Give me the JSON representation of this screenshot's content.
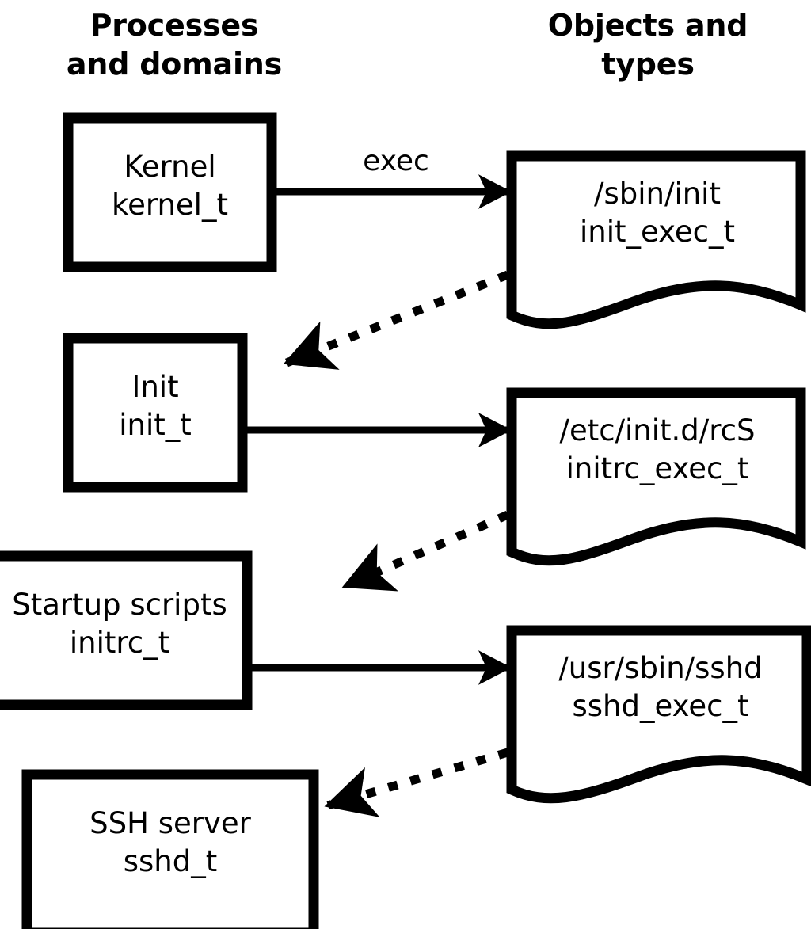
{
  "headings": {
    "left": "Processes\nand domains",
    "right": "Objects and\ntypes"
  },
  "colors": {
    "stroke": "#000000",
    "fill": "#ffffff",
    "background": "#ffffff"
  },
  "processes": [
    {
      "id": "kernel",
      "title": "Kernel",
      "type": "kernel_t",
      "label": "Kernel\nkernel_t"
    },
    {
      "id": "init",
      "title": "Init",
      "type": "init_t",
      "label": "Init\ninit_t"
    },
    {
      "id": "initrc",
      "title": "Startup scripts",
      "type": "initrc_t",
      "label": "Startup scripts\ninitrc_t"
    },
    {
      "id": "sshd",
      "title": "SSH server",
      "type": "sshd_t",
      "label": "SSH server\nsshd_t"
    }
  ],
  "objects": [
    {
      "id": "init-exec",
      "path": "/sbin/init",
      "type": "init_exec_t",
      "label": "/sbin/init\ninit_exec_t"
    },
    {
      "id": "initrc-exec",
      "path": "/etc/init.d/rcS",
      "type": "initrc_exec_t",
      "label": "/etc/init.d/rcS\ninitrc_exec_t"
    },
    {
      "id": "sshd-exec",
      "path": "/usr/sbin/sshd",
      "type": "sshd_exec_t",
      "label": "/usr/sbin/sshd\nsshd_exec_t"
    }
  ],
  "edges": [
    {
      "id": "kernel-execs-init",
      "from": "kernel",
      "to": "init-exec",
      "label": "exec",
      "style": "solid"
    },
    {
      "id": "init-exec-transition",
      "from": "init-exec",
      "to": "init",
      "label": "",
      "style": "dotted"
    },
    {
      "id": "init-execs-initrc",
      "from": "init",
      "to": "initrc-exec",
      "label": "",
      "style": "solid"
    },
    {
      "id": "initrc-exec-transition",
      "from": "initrc-exec",
      "to": "initrc",
      "label": "",
      "style": "dotted"
    },
    {
      "id": "initrc-execs-sshd",
      "from": "initrc",
      "to": "sshd-exec",
      "label": "",
      "style": "solid"
    },
    {
      "id": "sshd-exec-transition",
      "from": "sshd-exec",
      "to": "sshd",
      "label": "",
      "style": "dotted"
    }
  ]
}
